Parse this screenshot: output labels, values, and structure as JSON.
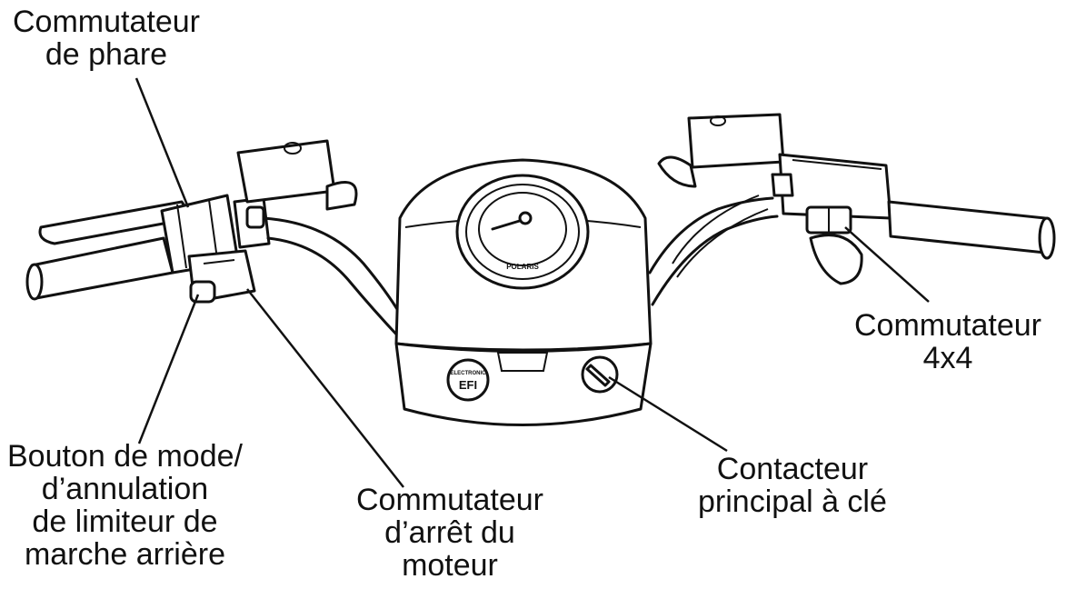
{
  "labels": {
    "headlight_switch": [
      "Commutateur",
      "de phare"
    ],
    "fourwd_switch": [
      "Commutateur",
      "4x4"
    ],
    "mode_button": [
      "Bouton de mode/",
      "d’annulation",
      "de limiteur de",
      "marche arrière"
    ],
    "engine_stop": [
      "Commutateur",
      "d’arrêt du",
      "moteur"
    ],
    "key_switch": [
      "Contacteur",
      "principal à clé"
    ]
  },
  "markings": {
    "gauge_brand": "POLARIS",
    "badge_small": "ELECTRONIC",
    "badge_main": "EFI"
  }
}
